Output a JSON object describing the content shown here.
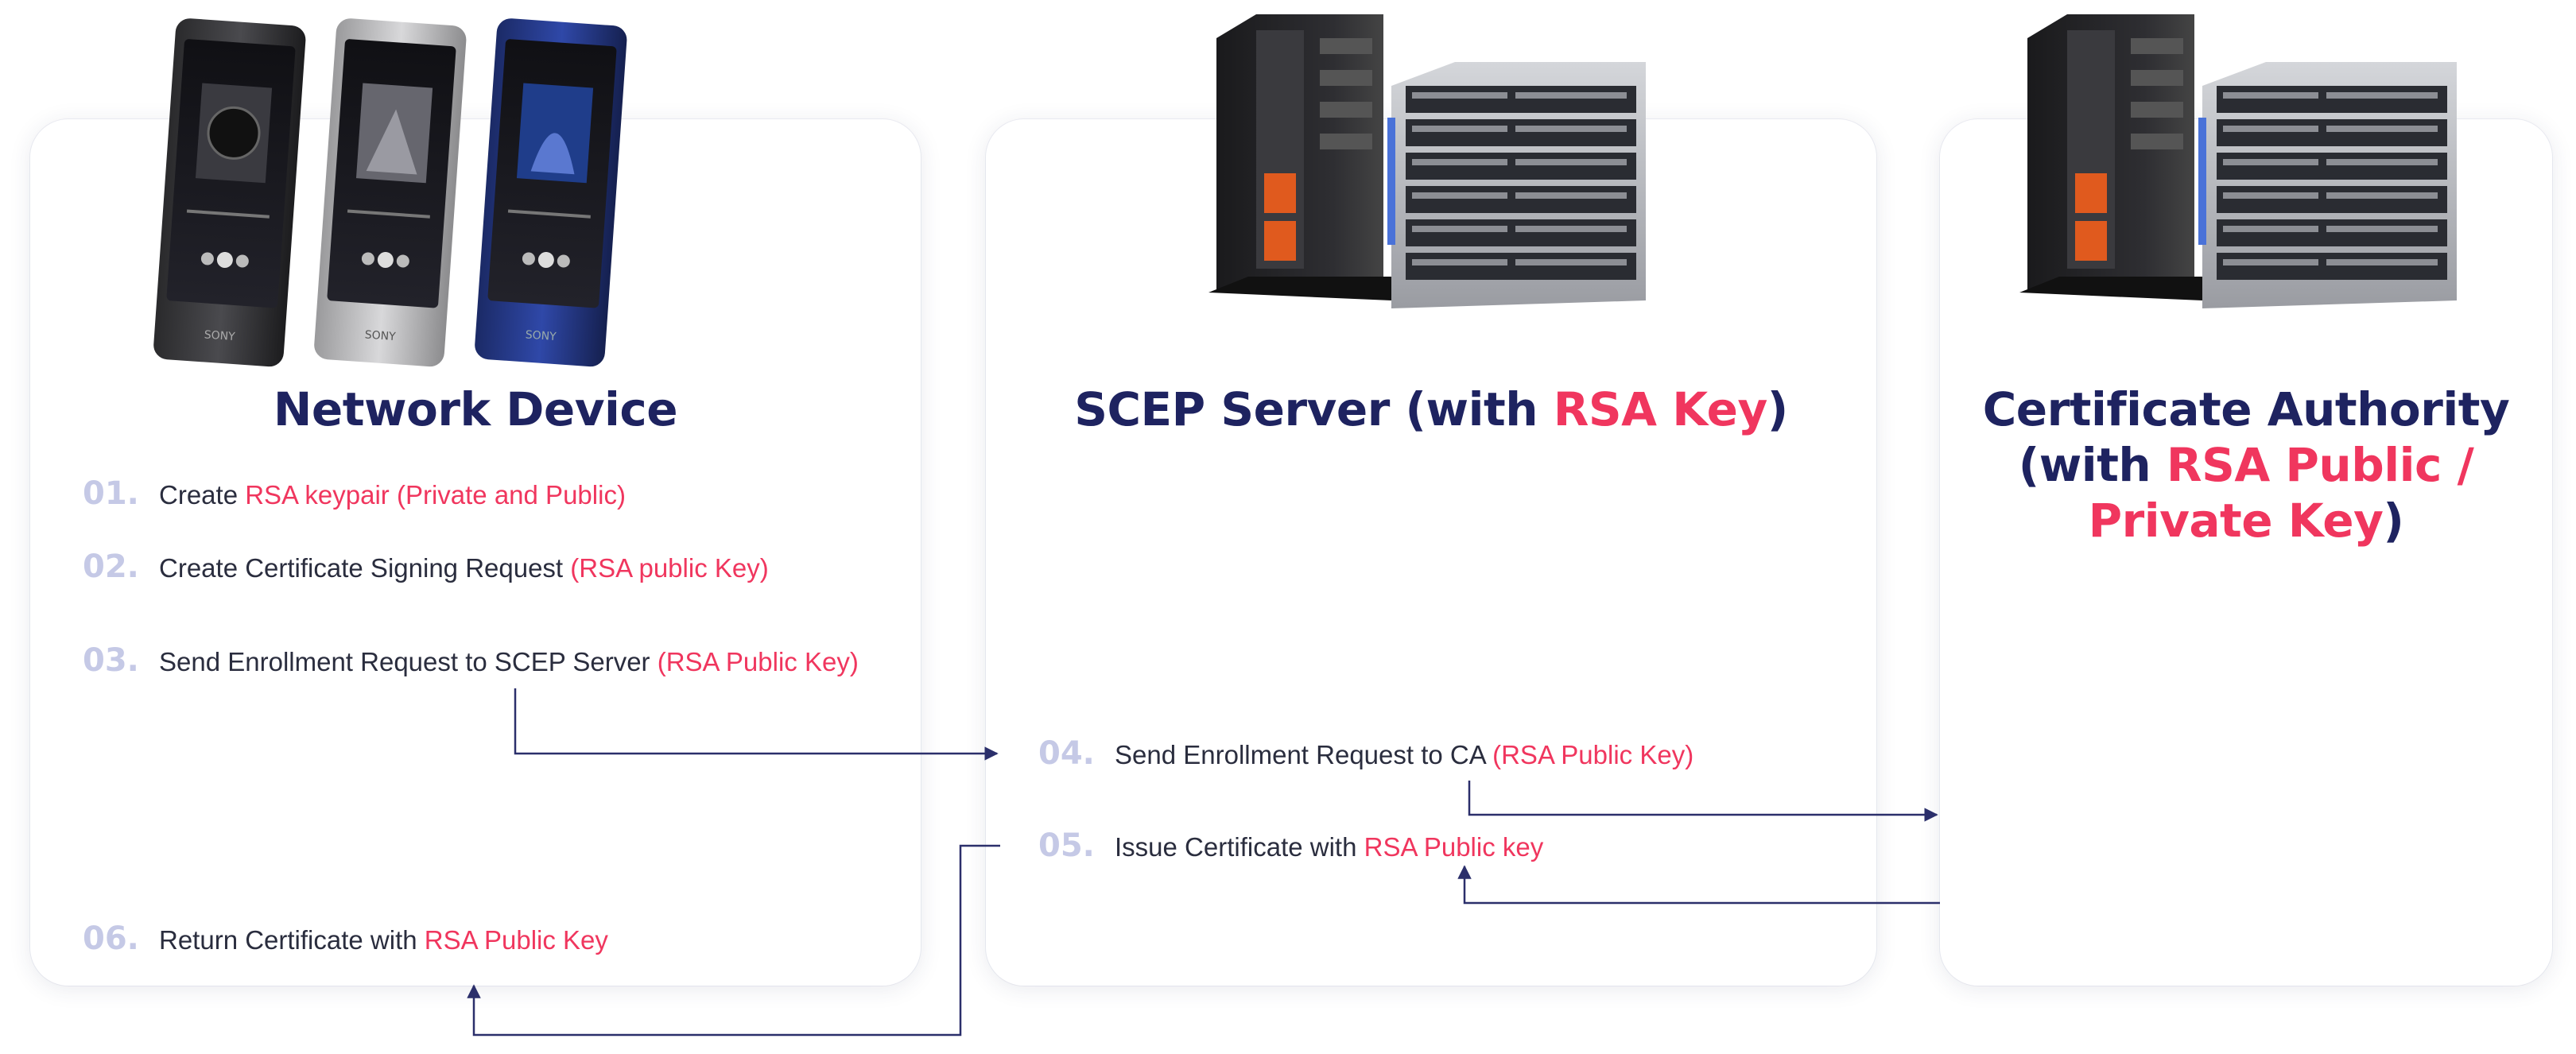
{
  "device": {
    "title": "Network Device",
    "brand": "SONY",
    "steps": [
      {
        "num": "01.",
        "text": "Create ",
        "highlight": "RSA keypair (Private and Public)"
      },
      {
        "num": "02.",
        "text": "Create Certificate Signing Request ",
        "highlight": "(RSA public Key)"
      },
      {
        "num": "03.",
        "text": "Send Enrollment Request to SCEP Server ",
        "highlight": "(RSA Public Key)"
      },
      {
        "num": "06.",
        "text": "Return Certificate with ",
        "highlight": "RSA Public Key"
      }
    ]
  },
  "scep": {
    "title_prefix": "SCEP Server (with ",
    "title_highlight": "RSA Key",
    "title_suffix": ")",
    "steps": [
      {
        "num": "04.",
        "text": "Send Enrollment Request to CA ",
        "highlight": "(RSA Public Key)"
      },
      {
        "num": "05.",
        "text": "Issue Certificate with ",
        "highlight": "RSA Public key"
      }
    ]
  },
  "ca": {
    "title_line1": "Certificate Authority",
    "title_line2_prefix": "(with ",
    "title_line2_highlight": "RSA Public /",
    "title_line3_highlight": "Private Key",
    "title_line3_suffix": ")"
  },
  "colors": {
    "navy": "#1e2360",
    "accent_red": "#f0365e",
    "step_number": "#c5c9e6",
    "text": "#2a2d3e",
    "arrow": "#2b2f6b"
  },
  "icons": [
    "music-player-device-icon",
    "rack-server-icon",
    "tower-server-icon"
  ]
}
